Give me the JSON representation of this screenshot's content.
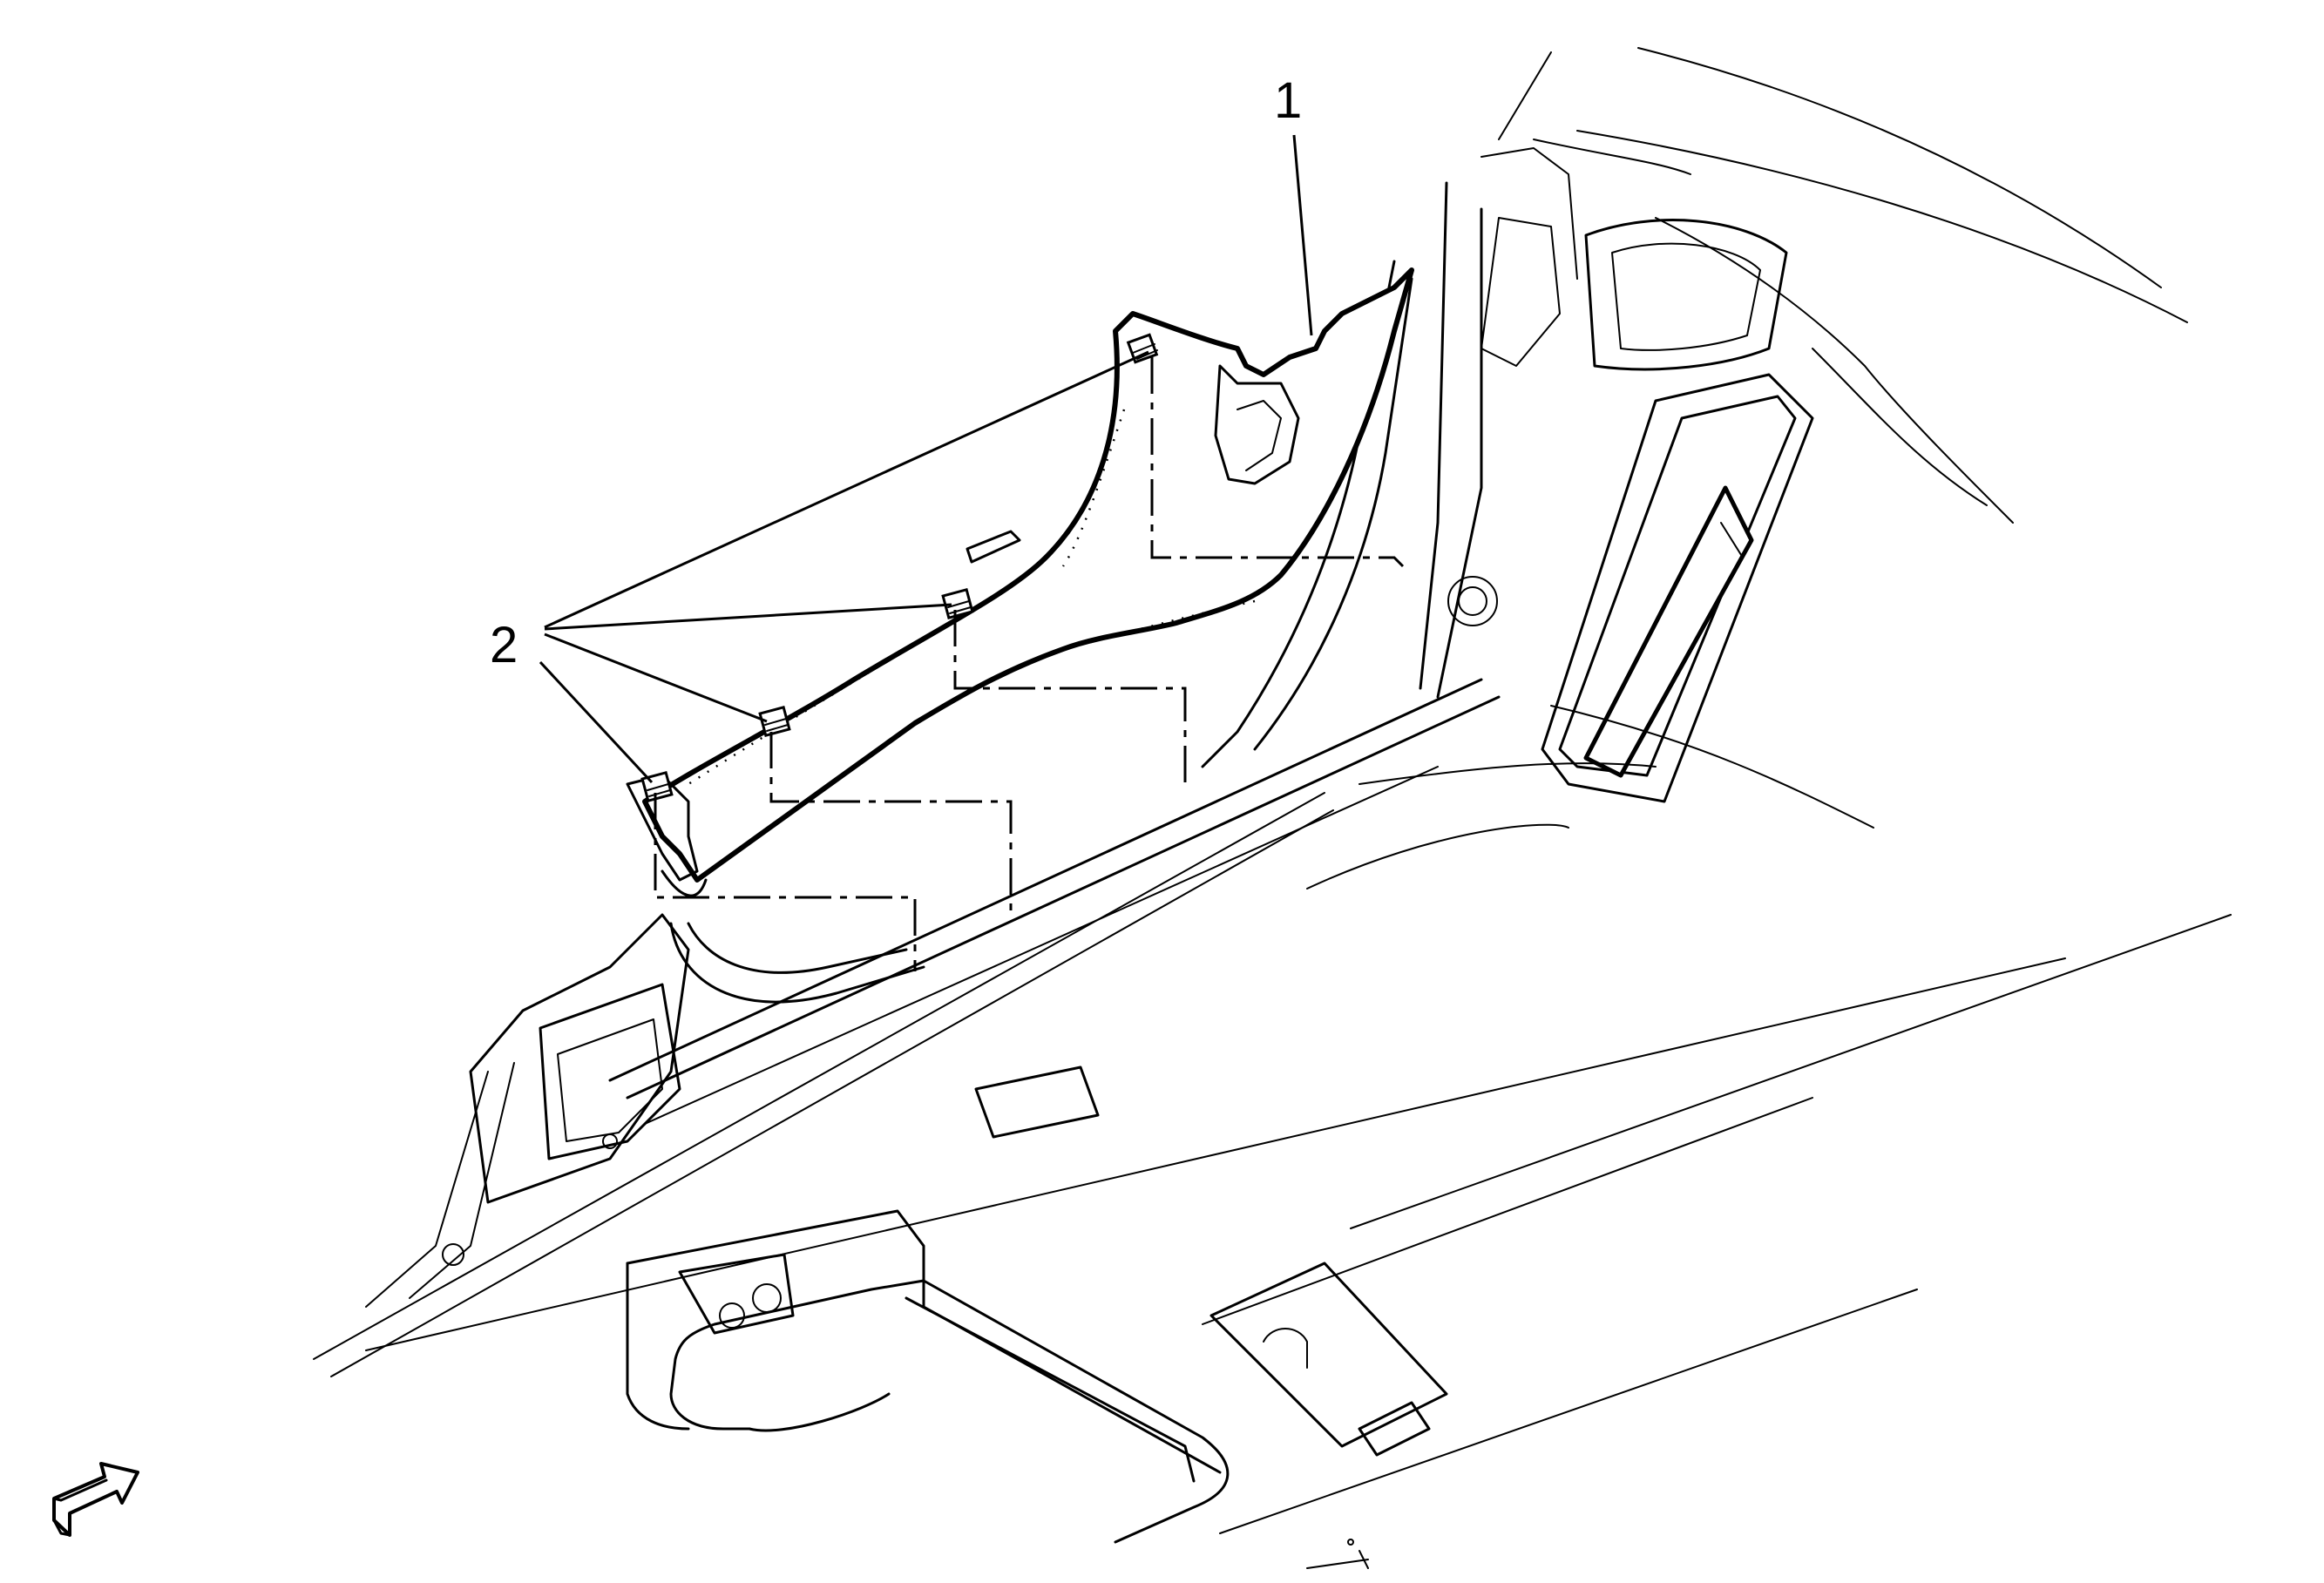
{
  "callouts": [
    {
      "number": "1",
      "part": "trim-panel"
    },
    {
      "number": "2",
      "part": "retainer-clips"
    }
  ],
  "icons": {
    "view_direction": "view-direction-arrow-icon"
  },
  "colors": {
    "line": "#000000",
    "background": "#ffffff"
  }
}
